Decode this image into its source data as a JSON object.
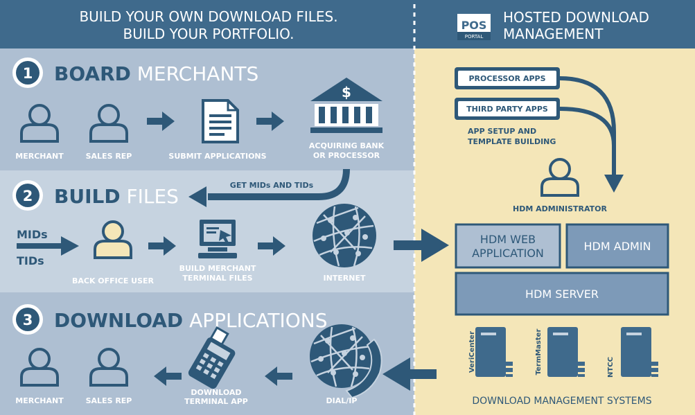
{
  "header": {
    "left_line1": "BUILD YOUR OWN DOWNLOAD FILES.",
    "left_line2": "BUILD YOUR PORTFOLIO.",
    "logo_top": "POS",
    "logo_bottom": "PORTAL",
    "right_line1": "HOSTED DOWNLOAD",
    "right_line2": "MANAGEMENT"
  },
  "steps": [
    {
      "number": "1",
      "bold": "BOARD",
      "light": " MERCHANTS"
    },
    {
      "number": "2",
      "bold": "BUILD",
      "light": " FILES"
    },
    {
      "number": "3",
      "bold": "DOWNLOAD",
      "light": " APPLICATIONS"
    }
  ],
  "labels": {
    "merchant1": "MERCHANT",
    "sales_rep1": "SALES REP",
    "submit": "SUBMIT APPLICATIONS",
    "bank1": "ACQUIRING BANK",
    "bank2": "OR PROCESSOR",
    "get_mids": "GET MIDs AND TIDs",
    "mids": "MIDs",
    "tids": "TIDs",
    "back_office": "BACK OFFICE USER",
    "build_merchant1": "BUILD MERCHANT",
    "build_merchant2": "TERMINAL FILES",
    "internet": "INTERNET",
    "merchant3": "MERCHANT",
    "sales_rep3": "SALES REP",
    "download1": "DOWNLOAD",
    "download2": "TERMINAL APP",
    "dial_ip": "DIAL/IP"
  },
  "hdm": {
    "processor_apps": "PROCESSOR APPS",
    "third_party_apps": "THIRD PARTY APPS",
    "app_setup1": "APP SETUP AND",
    "app_setup2": "TEMPLATE BUILDING",
    "administrator": "HDM ADMINISTRATOR",
    "web_app1": "HDM WEB",
    "web_app2": "APPLICATION",
    "admin": "HDM ADMIN",
    "server": "HDM SERVER",
    "systems": [
      "VeriCenter",
      "TermMaster",
      "NTCC"
    ],
    "footer": "DOWNLOAD MANAGEMENT SYSTEMS"
  },
  "colors": {
    "header_bg": "#3f6a8c",
    "dark_blue": "#2e5878",
    "band_1": "#aebfd2",
    "band_2": "#c6d3e0",
    "band_3": "#aebfd2",
    "right_bg": "#f4e6b8",
    "box_light": "#aebfd2",
    "box_mid": "#7d9ab8"
  }
}
